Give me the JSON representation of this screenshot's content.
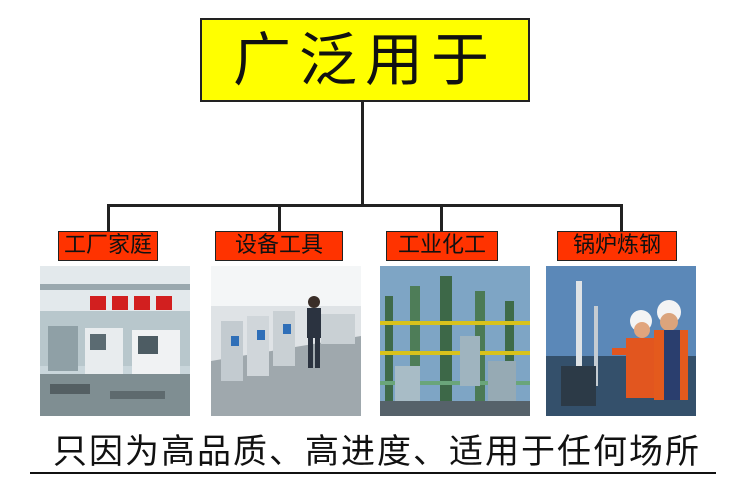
{
  "title": "广泛用于",
  "categories": [
    {
      "label": "工厂家庭",
      "photo_icon": "factory-photo"
    },
    {
      "label": "设备工具",
      "photo_icon": "machine-operator-photo"
    },
    {
      "label": "工业化工",
      "photo_icon": "chemical-plant-photo"
    },
    {
      "label": "锅炉炼钢",
      "photo_icon": "steel-workers-photo"
    }
  ],
  "footer": "只因为高品质、高进度、适用于任何场所",
  "colors": {
    "title_bg": "#ffff00",
    "label_bg": "#ff3300",
    "lines": "#222222"
  }
}
